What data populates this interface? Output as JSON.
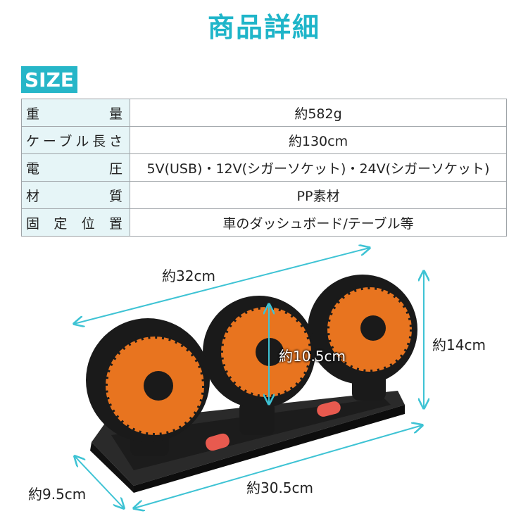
{
  "header": {
    "title": "商品詳細"
  },
  "size_badge": "SIZE",
  "specs": [
    {
      "key": "重　　量",
      "value": "約582g"
    },
    {
      "key": "ケーブル長さ",
      "value": "約130cm"
    },
    {
      "key": "電　　圧",
      "value": "5V(USB)・12V(シガーソケット)・24V(シガーソケット)"
    },
    {
      "key": "材　　質",
      "value": "PP素材"
    },
    {
      "key": "固定位置",
      "value": "車のダッシュボード/テーブル等"
    }
  ],
  "dimensions": {
    "width_top": "約32cm",
    "height_right": "約14cm",
    "fan_diameter": "約10.5cm",
    "depth": "約9.5cm",
    "base_width": "約30.5cm"
  },
  "colors": {
    "accent": "#26b6c8",
    "fan_blade": "#e8741f",
    "body": "#1a1a1a",
    "button": "#e85a4f"
  }
}
